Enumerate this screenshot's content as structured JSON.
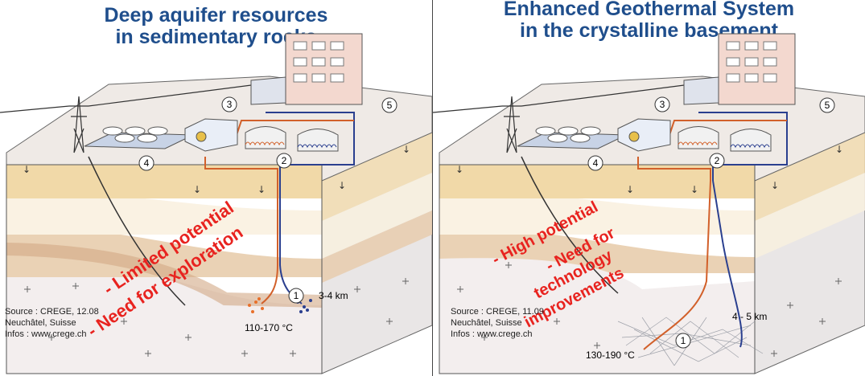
{
  "panels": [
    {
      "title_line1": "Deep aquifer resources",
      "title_line2": "in sedimentary rocks",
      "labels": {
        "n1": "1",
        "n2": "2",
        "n3": "3",
        "n4": "4",
        "n5": "5"
      },
      "depth": "3-4 km",
      "temperature": "110-170 °C",
      "source": [
        "Source : CREGE, 12.08",
        "Neuchâtel, Suisse",
        "Infos : www.crege.ch"
      ],
      "overlay": [
        "- Limited potential",
        "- Need for exploration"
      ]
    },
    {
      "title_line1": "Enhanced Geothermal System",
      "title_line2": "in the crystalline basement",
      "labels": {
        "n1": "1",
        "n2": "2",
        "n3": "3",
        "n4": "4",
        "n5": "5"
      },
      "depth": "4 - 5 km",
      "temperature": "130-190 °C",
      "source": [
        "Source : CREGE, 11.09",
        "Neuchâtel, Suisse",
        "Infos : www.crege.ch"
      ],
      "overlay": [
        "- High potential",
        "- Need for",
        "technology",
        "improvements"
      ]
    }
  ],
  "colors": {
    "title": "#1f4e8c",
    "overlay": "#e8231f",
    "hot_pipe": "#d2602a",
    "cold_pipe": "#2a3f8f"
  }
}
